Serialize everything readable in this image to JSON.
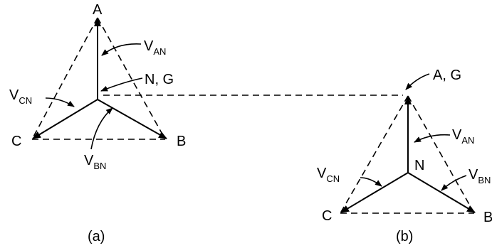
{
  "diagram_a": {
    "vertex_a": "A",
    "vertex_b": "B",
    "vertex_c": "C",
    "neutral": "N, G",
    "v_an": {
      "main": "V",
      "sub": "AN"
    },
    "v_bn": {
      "main": "V",
      "sub": "BN"
    },
    "v_cn": {
      "main": "V",
      "sub": "CN"
    },
    "caption": "(a)"
  },
  "diagram_b": {
    "vertex_a": "A, G",
    "vertex_b": "B",
    "vertex_c": "C",
    "neutral": "N",
    "v_an": {
      "main": "V",
      "sub": "AN"
    },
    "v_bn": {
      "main": "V",
      "sub": "BN"
    },
    "v_cn": {
      "main": "V",
      "sub": "CN"
    },
    "caption": "(b)"
  }
}
